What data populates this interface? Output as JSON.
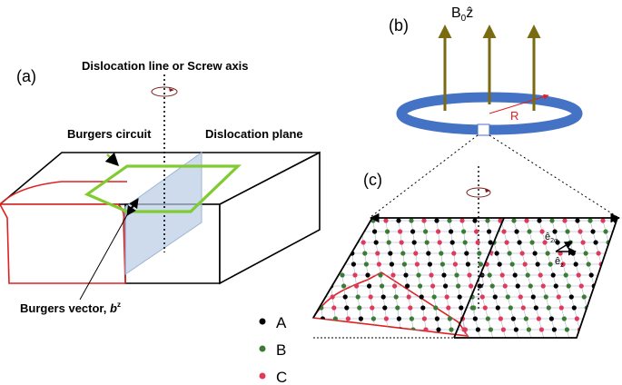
{
  "panel_a": {
    "label": "(a)",
    "screw_axis": "Dislocation line or Screw axis",
    "burgers_circuit": "Burgers circuit",
    "dislocation_plane": "Dislocation plane",
    "burgers_vector": "Burgers vector, ",
    "burgers_symbol": "b",
    "burgers_sup": "z"
  },
  "panel_b": {
    "label": "(b)",
    "field_base": "B",
    "field_sub": "0",
    "field_vec": "ẑ",
    "radius": "R"
  },
  "panel_c": {
    "label": "(c)",
    "e_base": "ê",
    "e_sub_top": "2",
    "e_sub_top2": "φ",
    "e_sub_bottom": "z"
  },
  "legend": {
    "items": [
      {
        "label": "A",
        "color": "#000000"
      },
      {
        "label": "B",
        "color": "#3a7d32"
      },
      {
        "label": "C",
        "color": "#e0395a"
      }
    ]
  },
  "colors": {
    "ring": "#4472c4",
    "arrow": "#7a6a10",
    "green_circuit": "#80cc30",
    "red": "#e02020",
    "plane": "#b8cce4"
  }
}
